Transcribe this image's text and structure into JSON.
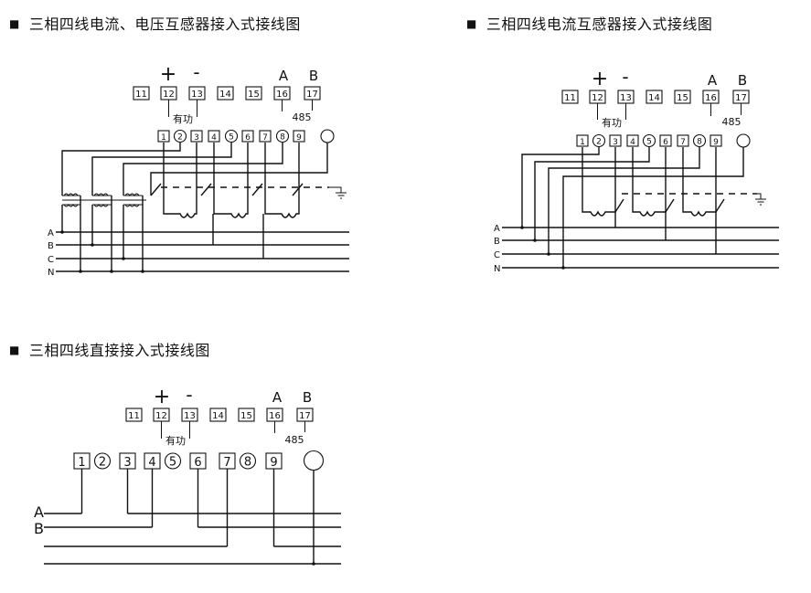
{
  "titles": {
    "d1": "三相四线电流、电压互感器接入式接线图",
    "d2": "三相四线电流互感器接入式接线图",
    "d3": "三相四线直接接入式接线图"
  },
  "bullet": "■",
  "upper_terminals": [
    "11",
    "12",
    "13",
    "14",
    "15",
    "16",
    "17"
  ],
  "signs": {
    "plus": "+",
    "minus": "-",
    "a": "A",
    "b": "B"
  },
  "active_label": "有功",
  "rs485_label": "485",
  "lower_terminals": [
    "1",
    "2",
    "3",
    "4",
    "5",
    "6",
    "7",
    "8",
    "9"
  ],
  "phase_labels": [
    "A",
    "B",
    "C",
    "N"
  ],
  "direct_phase_labels": [
    "A",
    "B"
  ]
}
